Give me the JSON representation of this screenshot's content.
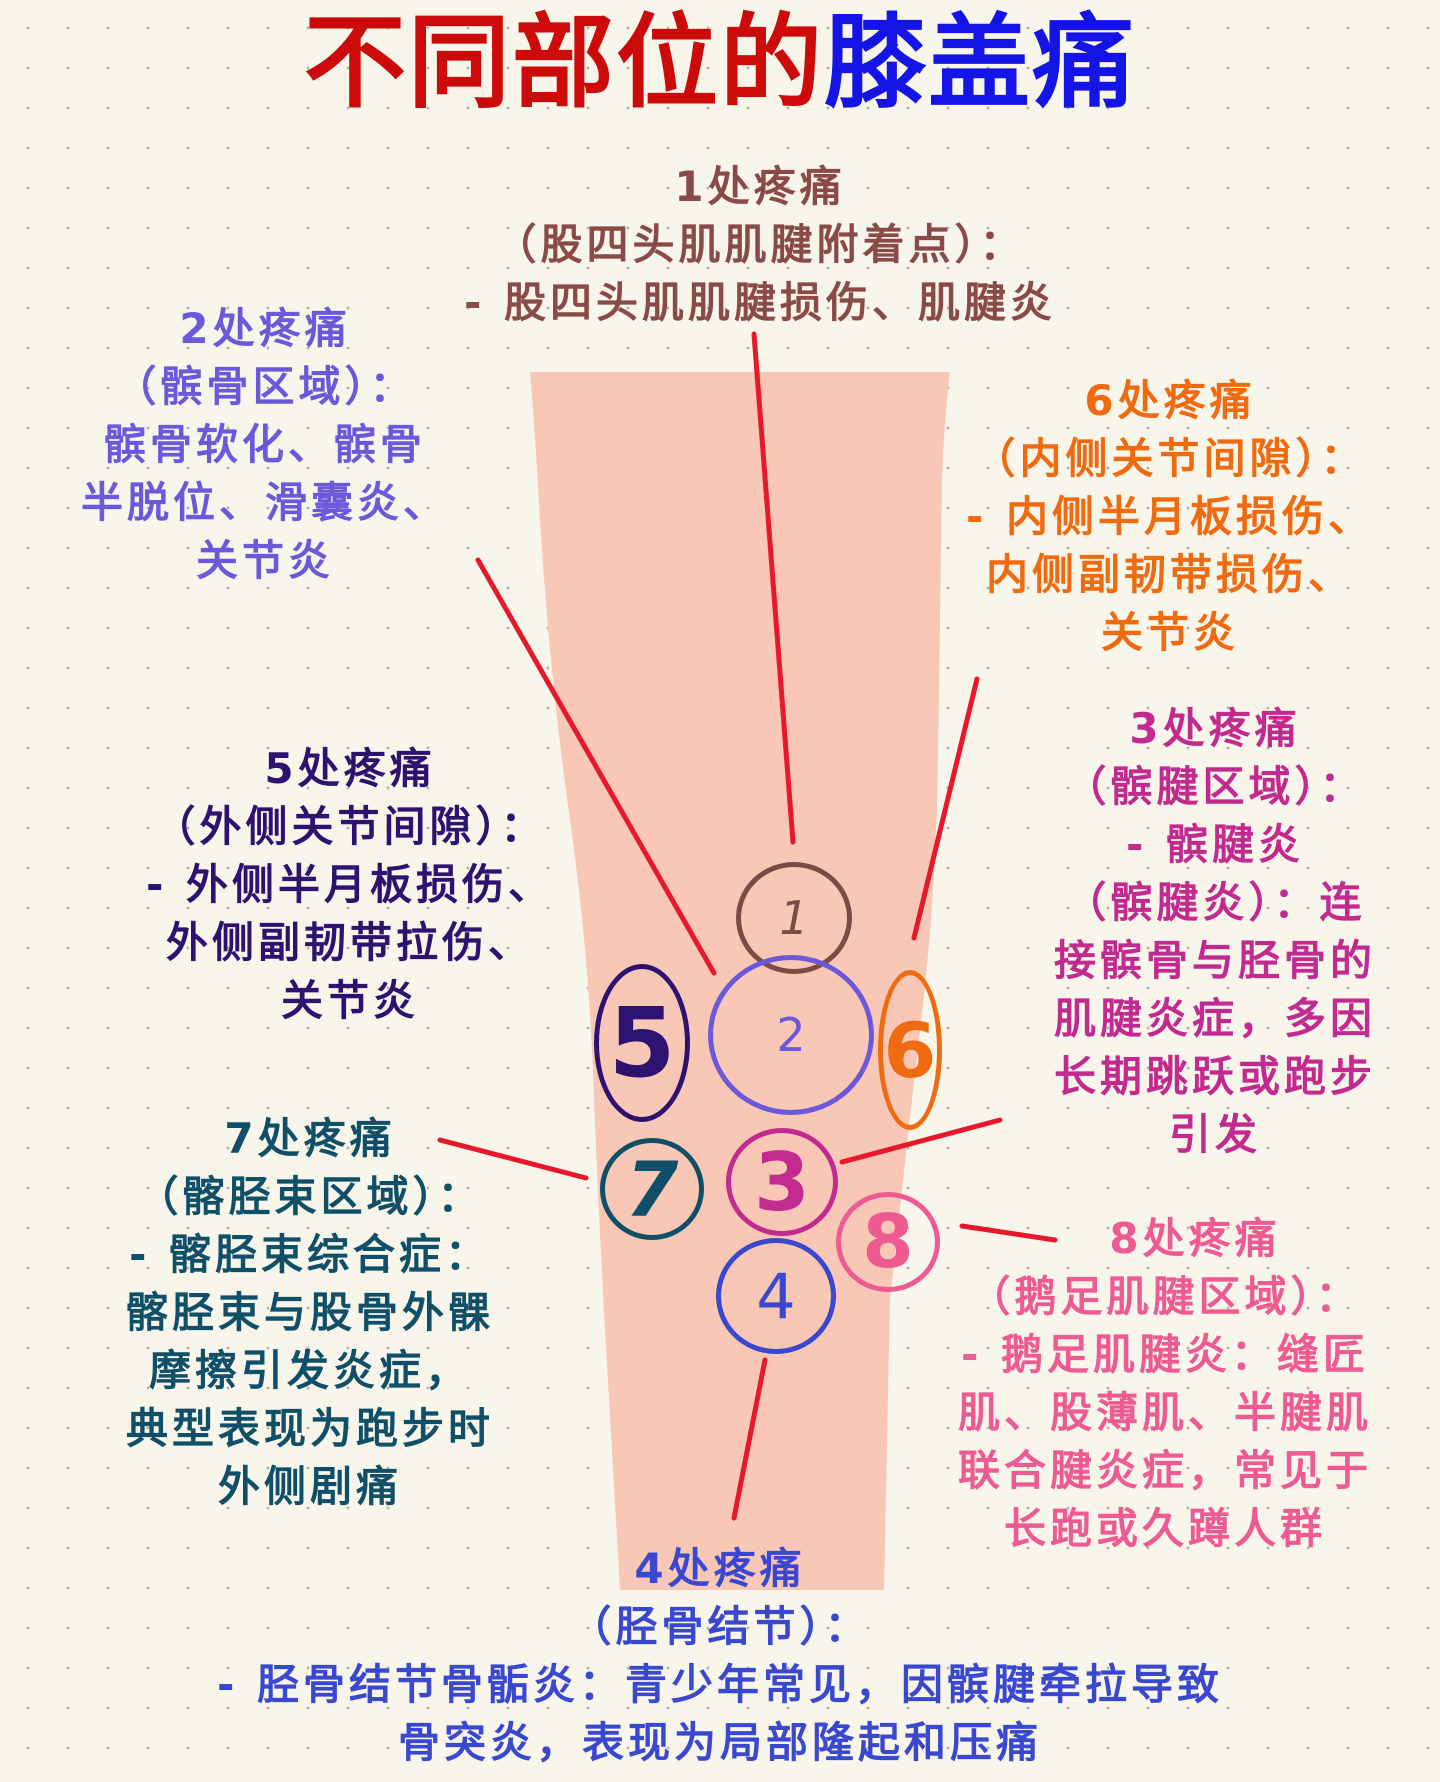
{
  "title": {
    "part1": "不同部位的",
    "part2": "膝盖痛",
    "color1": "#cc0a0a",
    "color2": "#1414e6"
  },
  "colors": {
    "background": "#f8f5ea",
    "leg": "#f9c7b6",
    "pointer_line": "#e8182a"
  },
  "markers": [
    {
      "id": "1",
      "label": "1",
      "color": "#7d4a44"
    },
    {
      "id": "2",
      "label": "2",
      "color": "#6b58db"
    },
    {
      "id": "3",
      "label": "3",
      "color": "#c22a90"
    },
    {
      "id": "4",
      "label": "4",
      "color": "#3a48cf"
    },
    {
      "id": "5",
      "label": "5",
      "color": "#2e1270"
    },
    {
      "id": "6",
      "label": "6",
      "color": "#f06a10"
    },
    {
      "id": "7",
      "label": "7",
      "color": "#0f4f68"
    },
    {
      "id": "8",
      "label": "8",
      "color": "#ee5a92"
    }
  ],
  "callouts": {
    "p1": {
      "heading": "1处疼痛",
      "lines": [
        "（股四头肌肌腱附着点）：",
        "- 股四头肌肌腱损伤、肌腱炎"
      ],
      "color": "#8a4a48"
    },
    "p2": {
      "heading": "2处疼痛",
      "lines": [
        "（髌骨区域）：",
        "髌骨软化、髌骨",
        "半脱位、滑囊炎、",
        "关节炎"
      ],
      "color": "#6b58db"
    },
    "p3": {
      "heading": "3处疼痛",
      "lines": [
        "（髌腱区域）：",
        "- 髌腱炎",
        "（髌腱炎）：连",
        "接髌骨与胫骨的",
        "肌腱炎症，多因",
        "长期跳跃或跑步",
        "引发"
      ],
      "color": "#c22a90"
    },
    "p4": {
      "heading": "4处疼痛",
      "lines": [
        "（胫骨结节）：",
        "- 胫骨结节骨骺炎：青少年常见，因髌腱牵拉导致",
        "骨突炎，表现为局部隆起和压痛"
      ],
      "color": "#3a48cf"
    },
    "p5": {
      "heading": "5处疼痛",
      "lines": [
        "（外侧关节间隙）：",
        "- 外侧半月板损伤、",
        "外侧副韧带拉伤、",
        "关节炎"
      ],
      "color": "#2e1270"
    },
    "p6": {
      "heading": "6处疼痛",
      "lines": [
        "（内侧关节间隙）：",
        "- 内侧半月板损伤、",
        "内侧副韧带损伤、",
        "关节炎"
      ],
      "color": "#f06a10"
    },
    "p7": {
      "heading": "7处疼痛",
      "lines": [
        "（髂胫束区域）：",
        "- 髂胫束综合症：",
        "髂胫束与股骨外髁",
        "摩擦引发炎症，",
        "典型表现为跑步时",
        "外侧剧痛"
      ],
      "color": "#0f4f68"
    },
    "p8": {
      "heading": "8处疼痛",
      "lines": [
        "（鹅足肌腱区域）：",
        "- 鹅足肌腱炎：缝匠",
        "肌、股薄肌、半腱肌",
        "联合腱炎症，常见于",
        "长跑或久蹲人群"
      ],
      "color": "#ee5a92"
    }
  }
}
